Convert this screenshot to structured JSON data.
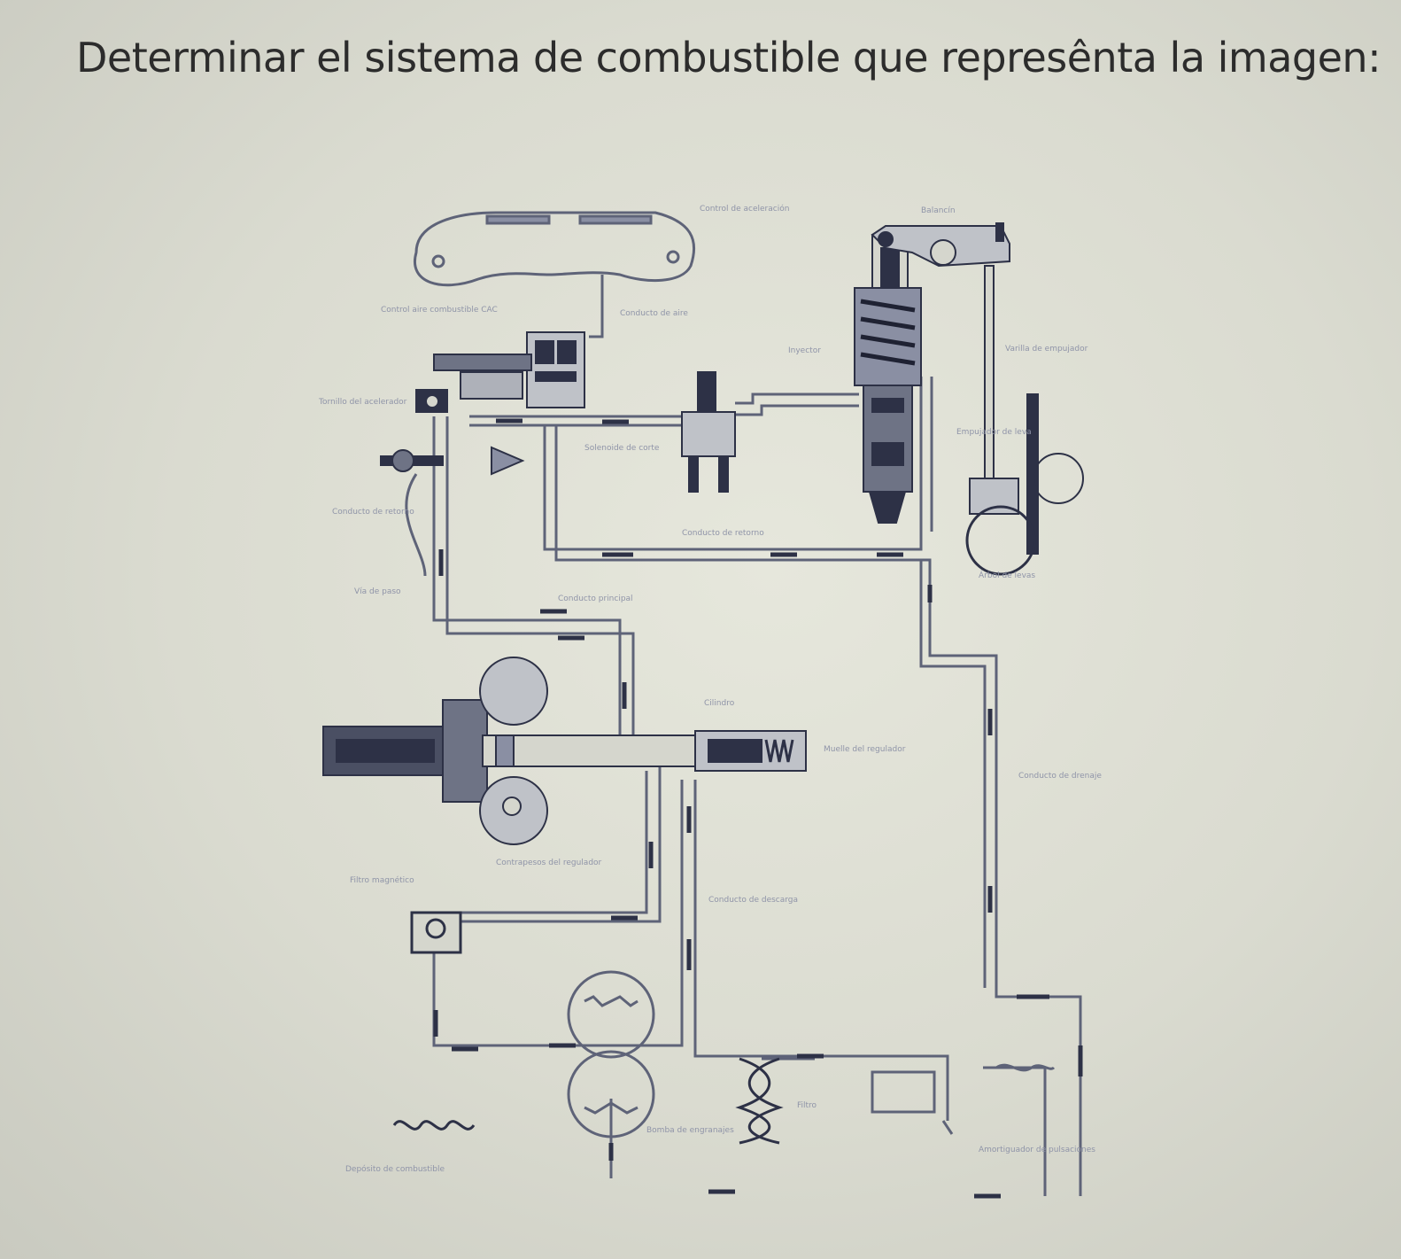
{
  "question": {
    "text": "Determinar el sistema de combustible que represênta la imagen:"
  },
  "diagram": {
    "line_color": "#5e6378",
    "accent_color": "#2d3146",
    "labels": {
      "control_aceleracion": "Control de aceleración",
      "control_aire": "Control aire combustible CAC",
      "conducto_aire": "Conducto de aire",
      "balancin": "Balancín",
      "inyector": "Inyector",
      "varilla_empujador": "Varilla de empujador",
      "tornillo_acelerador": "Tornillo del acelerador",
      "solenoide_corte": "Solenoide de corte",
      "empujador_leva": "Empujador de leva",
      "conducto_retorno_izq": "Conducto de retorno",
      "conducto_retorno": "Conducto de retorno",
      "arbol_levas": "Árbol de levas",
      "via_paso": "Vía de paso",
      "conducto_principal": "Conducto principal",
      "cilindro": "Cilindro",
      "muelle_regulador": "Muelle del regulador",
      "conducto_drenaje": "Conducto de drenaje",
      "filtro_magnetico": "Filtro magnético",
      "contrapesos_regulador": "Contrapesos del regulador",
      "conducto_descarga": "Conducto de descarga",
      "bomba_engranajes": "Bomba de engranajes",
      "filtro": "Filtro",
      "deposito": "Depósito de combustible",
      "amortiguador": "Amortiguador de pulsaciones"
    }
  }
}
